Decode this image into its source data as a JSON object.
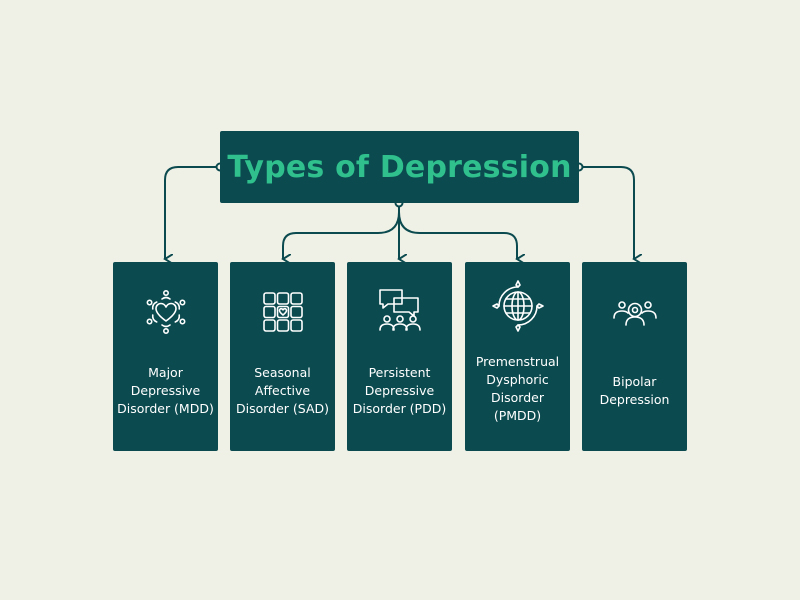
{
  "title": "Types of Depression",
  "colors": {
    "background": "#f0f1e6",
    "box": "#0b4a4f",
    "title_text": "#2fc08d",
    "text": "#ffffff",
    "connector": "#0b4a4f"
  },
  "types": [
    {
      "label": "Major Depressive Disorder (MDD)",
      "icon": "heart-circle-icon"
    },
    {
      "label": "Seasonal Affective Disorder (SAD)",
      "icon": "calendar-grid-icon"
    },
    {
      "label": "Persistent Depressive Disorder (PDD)",
      "icon": "group-chat-icon"
    },
    {
      "label": "Premenstrual Dysphoric Disorder (PMDD)",
      "icon": "globe-icon"
    },
    {
      "label": "Bipolar Depression",
      "icon": "people-icon"
    }
  ]
}
